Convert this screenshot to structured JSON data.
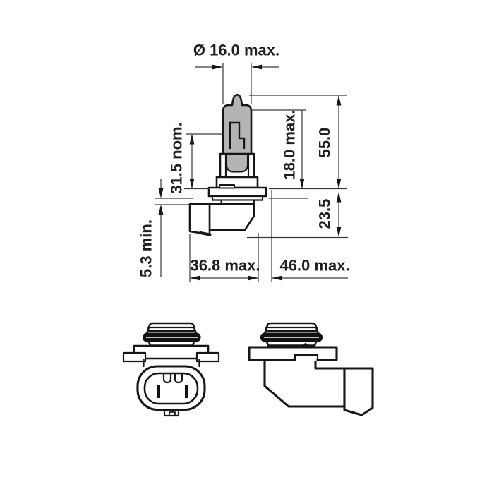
{
  "drawing": {
    "description": "Dimensional engineering drawing of a halogen headlamp bulb with right-angle connector, shown in side view with dimensions plus front and side base views below",
    "labels": {
      "diameter": "Ø 16.0 max.",
      "filament_position": "31.5 nom.",
      "clearance": "5.3 min.",
      "cap_length": "18.0 max.",
      "overall_length": "55.0",
      "base_depth": "23.5",
      "connector_width": "36.8 max.",
      "overall_depth": "46.0 max."
    },
    "colors": {
      "line": "#161616",
      "dimension_line": "#3a3a3a",
      "glass_fill": "#b4b4b4",
      "background": "#ffffff"
    }
  }
}
